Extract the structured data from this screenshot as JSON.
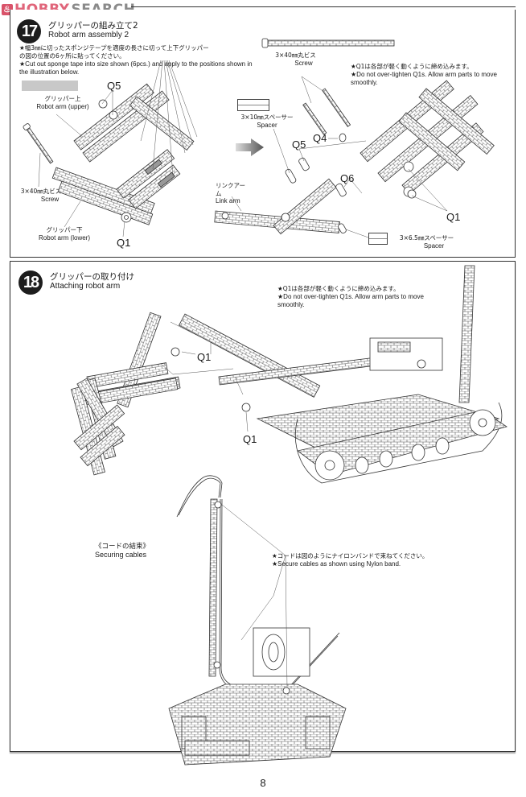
{
  "watermark": {
    "brand_part1": "HOBBY",
    "brand_part2": "SEARCH",
    "logo_icon": "flame-icon",
    "color_brand": "#e0657a",
    "color_secondary": "#8a8a8a"
  },
  "step17": {
    "number": "17",
    "title_ja": "グリッパーの組み立て2",
    "title_en": "Robot arm assembly 2",
    "note_ja_1": "★幅3㎜に切ったスポンジテープを適度の長さに切って上下グリッパー",
    "note_ja_2": "の図の位置の6ヶ所に貼ってください。",
    "note_en": "★Cut out sponge tape into size shown (6pcs.) and apply to the positions shown in the illustration below.",
    "labels": {
      "upper_ja": "グリッパー上",
      "upper_en": "Robot arm (upper)",
      "screw_left_ja": "3×40㎜丸ビス",
      "screw_left_en": "Screw",
      "lower_ja": "グリッパー下",
      "lower_en": "Robot arm (lower)",
      "screw_top_ja": "3×40㎜丸ビス",
      "screw_top_en": "Screw",
      "spacer10_ja": "3×10㎜スペーサー",
      "spacer10_en": "Spacer",
      "linkarm_ja": "リンクアーム",
      "linkarm_en": "Link arm",
      "spacer65_ja": "3×6.5㎜スペーサー",
      "spacer65_en": "Spacer"
    },
    "parts": {
      "q5_left": "Q5",
      "q1_left": "Q1",
      "q5_right": "Q5",
      "q4": "Q4",
      "q6": "Q6",
      "q1_right": "Q1"
    },
    "note2_ja": "★Q1は各部が軽く動くように締め込みます。",
    "note2_en": "★Do not over-tighten Q1s. Allow arm parts to move smoothly."
  },
  "step18": {
    "number": "18",
    "title_ja": "グリッパーの取り付け",
    "title_en": "Attaching robot arm",
    "note_ja": "★Q1は各部が軽く動くように締め込みます。",
    "note_en": "★Do not over-tighten Q1s. Allow arm parts to move smoothly.",
    "parts": {
      "q1_upper": "Q1",
      "q1_lower": "Q1"
    },
    "cables_title_ja": "《コードの結束》",
    "cables_title_en": "Securing cables",
    "cables_note_ja": "★コードは図のようにナイロンバンドで束ねてください。",
    "cables_note_en": "★Secure cables as shown using Nylon band."
  },
  "page_number": "8"
}
